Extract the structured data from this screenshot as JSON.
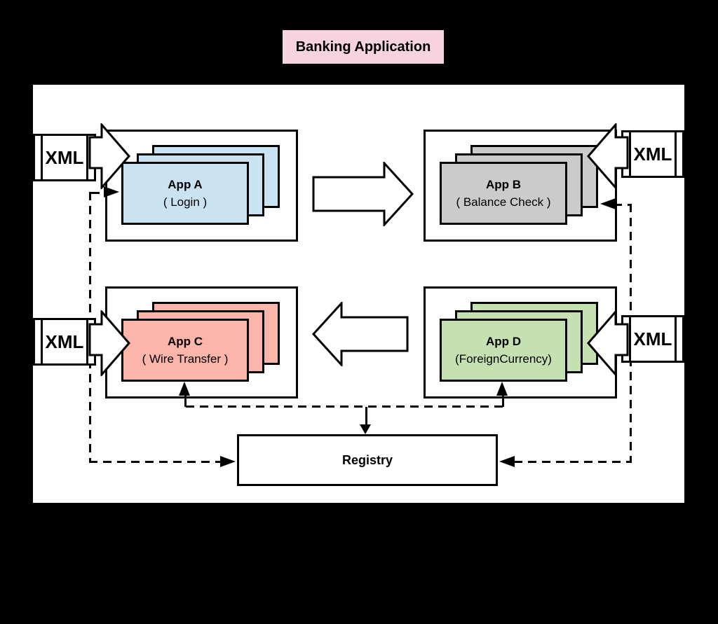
{
  "title": {
    "label": "Banking Application",
    "bg": "#F6D3DE"
  },
  "xml_connectors": {
    "top_left": "XML",
    "top_right": "XML",
    "bottom_left": "XML",
    "bottom_right": "XML"
  },
  "apps": {
    "a": {
      "name": "App A",
      "subtitle": "( Login )",
      "color": "#C9E3F2"
    },
    "b": {
      "name": "App B",
      "subtitle": "( Balance Check )",
      "color": "#CBCBCB"
    },
    "c": {
      "name": "App C",
      "subtitle": "( Wire Transfer )",
      "color": "#FBB5AB"
    },
    "d": {
      "name": "App D",
      "subtitle": "(ForeignCurrency)",
      "color": "#C5E0B1"
    }
  },
  "registry": {
    "label": "Registry"
  }
}
